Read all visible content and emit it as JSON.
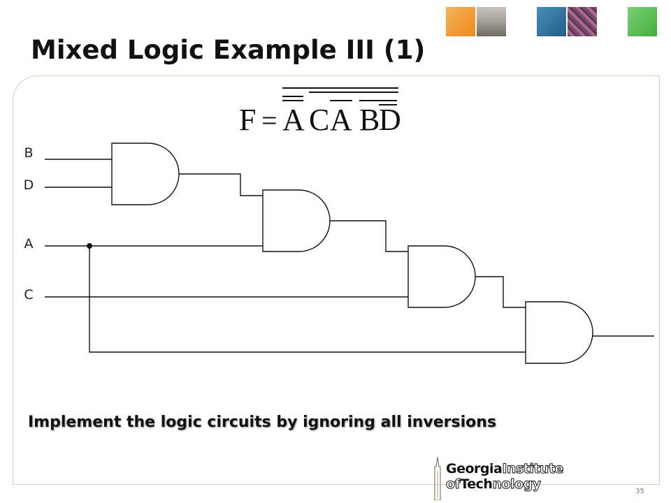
{
  "slide": {
    "title": "Mixed Logic Example III (1)",
    "instruction": "Implement the logic circuits by ignoring all inversions",
    "slide_number": "35"
  },
  "formula": {
    "lhs": "F",
    "equals": "=",
    "terms": [
      "A",
      "C",
      "A",
      "B",
      "D"
    ]
  },
  "inputs": {
    "b": "B",
    "d": "D",
    "a": "A",
    "c": "C"
  },
  "logo": {
    "line1_bold": "Georgia",
    "line1_outline": "Institute",
    "line2_outline": "of",
    "line2_bold": "Tech",
    "line2_outline2": "nology"
  },
  "colors": {
    "tile_orange": "#ee8a1f",
    "tile_blue": "#1f5f88",
    "tile_green": "#3fae3a",
    "frame": "#d8cdb8"
  }
}
